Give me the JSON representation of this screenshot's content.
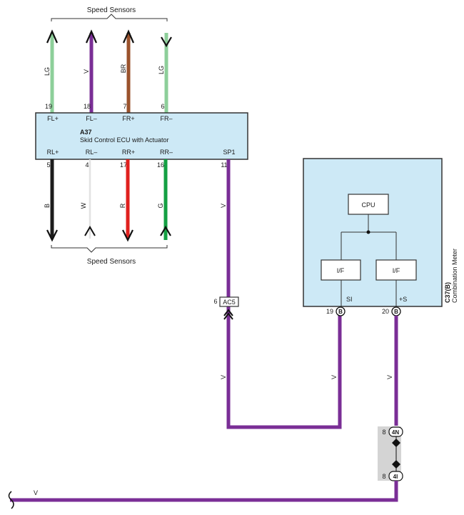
{
  "header_label": "Speed Sensors",
  "footer_label": "Speed Sensors",
  "ecu": {
    "code": "A37",
    "name": "Skid Control ECU with Actuator",
    "top_pins": [
      {
        "num": "19",
        "label": "FL+"
      },
      {
        "num": "18",
        "label": "FL–"
      },
      {
        "num": "7",
        "label": "FR+"
      },
      {
        "num": "6",
        "label": "FR–"
      }
    ],
    "bottom_pins": [
      {
        "num": "5",
        "label": "RL+"
      },
      {
        "num": "4",
        "label": "RL–"
      },
      {
        "num": "17",
        "label": "RR+"
      },
      {
        "num": "16",
        "label": "RR–"
      },
      {
        "num": "11",
        "label": "SP1"
      }
    ]
  },
  "top_wires": [
    "LG",
    "V",
    "BR",
    "LG"
  ],
  "bottom_wires": [
    "B",
    "W",
    "R",
    "G"
  ],
  "wire_colors": {
    "LG": "#8dcf9a",
    "V": "#7a2e96",
    "BR": "#9a522c",
    "B": "#1c1c1c",
    "W": "#e2e2e2",
    "R": "#e0201e",
    "G": "#14a043"
  },
  "sp1_wire": "V",
  "connector_ac5": {
    "pin": "6",
    "label": "AC5"
  },
  "meter": {
    "code": "C37(B)",
    "name": "Combination Meter",
    "cpu": "CPU",
    "if_left": "I/F",
    "if_right": "I/F",
    "pin_si": {
      "num": "19",
      "label": "SI",
      "badge": "B"
    },
    "pin_s": {
      "num": "20",
      "label": "+S",
      "badge": "B"
    }
  },
  "mid_wire_labels": [
    "V",
    "V",
    "V"
  ],
  "junction_4n": {
    "pin": "8",
    "label": "4N"
  },
  "junction_4i": {
    "pin": "8",
    "label": "4I"
  },
  "bottom_wire_label": "V",
  "box_fill": "#cde9f6",
  "junction_fill": "#d4d4d4"
}
